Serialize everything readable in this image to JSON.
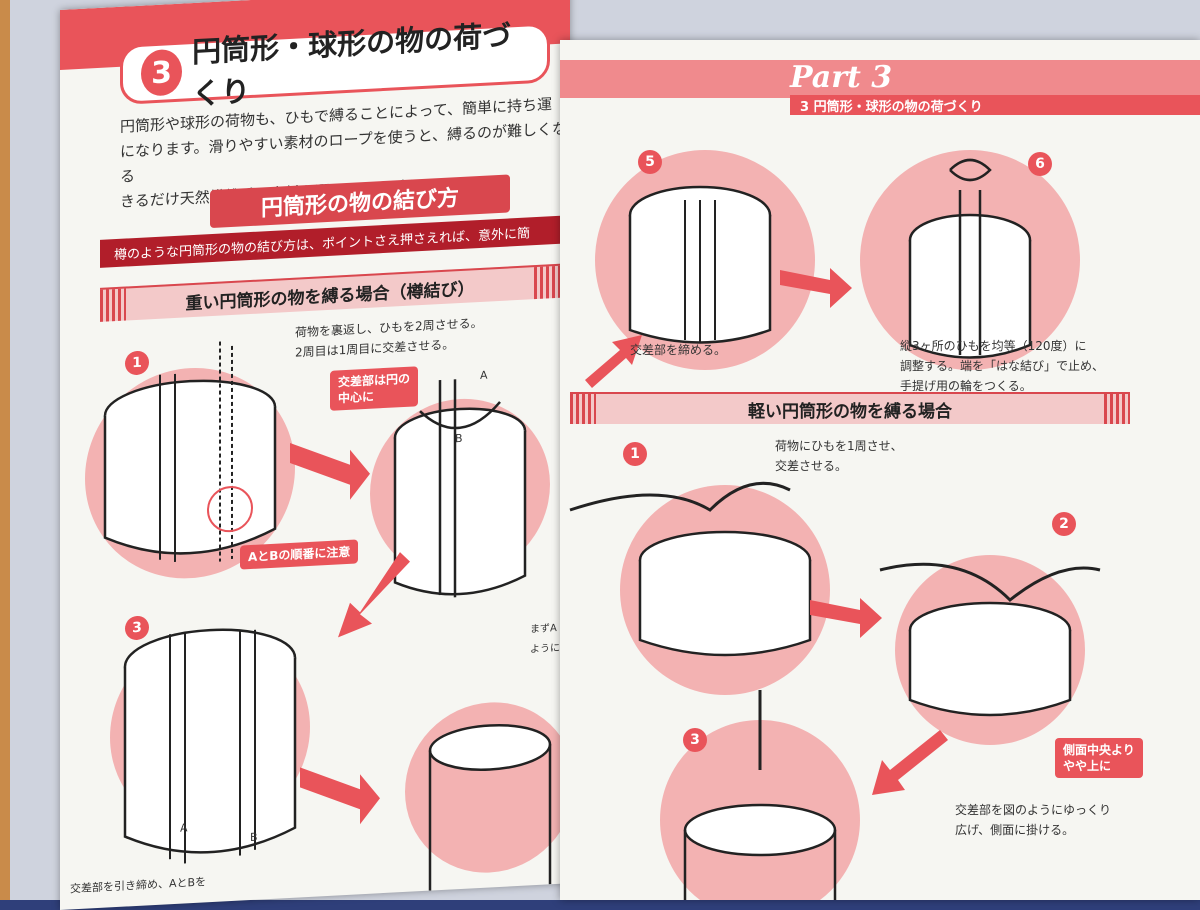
{
  "left_page": {
    "title_number": "3",
    "title": "円筒形・球形の物の荷づくり",
    "lead_lines": [
      "円筒形や球形の荷物も、ひもで縛ることによって、簡単に持ち運",
      "になります。滑りやすい素材のロープを使うと、縛るのが難しくなる",
      "きるだけ天然繊維系の素材を選んだほうがよいでしょう。"
    ],
    "banner": "円筒形の物の結び方",
    "strip_text": "樽のような円筒形の物の結び方は、ポイントさえ押さえれば、意外に簡",
    "section": "重い円筒形の物を縛る場合（樽結び）",
    "step1": "1",
    "step3": "3",
    "caption_1_line1": "荷物を裏返し、ひもを2周させる。",
    "caption_1_line2": "2周目は1周目に交差させる。",
    "note_center_line1": "交差部は円の",
    "note_center_line2": "中心に",
    "note_order": "AとBの順番に注意",
    "label_a": "A",
    "label_b": "B",
    "label_a2": "A",
    "label_b2": "B",
    "bottom_caption": "交差部を引き締め、AとBを",
    "side_fragment1": "まずA",
    "side_fragment2": "ように結"
  },
  "right_page": {
    "part_label": "Part 3",
    "running_head": "3 円筒形・球形の物の荷づくり",
    "step5": "5",
    "step6": "6",
    "caption_5": "交差部を締める。",
    "caption_6_line1": "縦3ヶ所のひもを均等（120度）に",
    "caption_6_line2": "調整する。端を「はな結び」で止め、",
    "caption_6_line3": "手提げ用の輪をつくる。",
    "section": "軽い円筒形の物を縛る場合",
    "light_step1": "1",
    "light_step2": "2",
    "light_step3": "3",
    "light_caption1_line1": "荷物にひもを1周させ、",
    "light_caption1_line2": "交差させる。",
    "note_side_line1": "側面中央より",
    "note_side_line2": "やや上に",
    "light_caption3_line1": "交差部を図のようにゆっくり",
    "light_caption3_line2": "広げ、側面に掛ける。"
  },
  "colors": {
    "accent": "#e9545a",
    "dark_red": "#b11e2a",
    "cover": "#2f3f7a"
  }
}
